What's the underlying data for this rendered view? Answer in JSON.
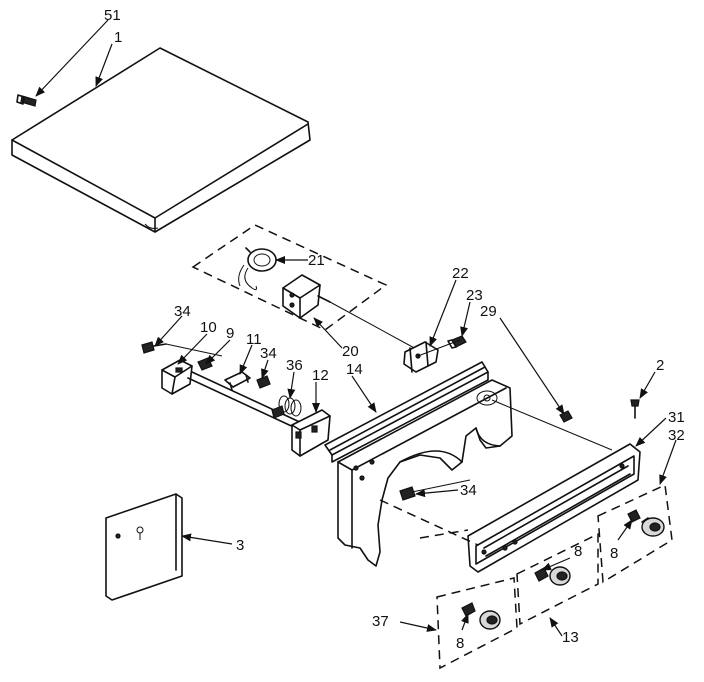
{
  "callouts": {
    "c51": "51",
    "c1": "1",
    "c21": "21",
    "c22": "22",
    "c23": "23",
    "c29": "29",
    "c20": "20",
    "c34a": "34",
    "c10": "10",
    "c9": "9",
    "c11": "11",
    "c34b": "34",
    "c36": "36",
    "c12": "12",
    "c14": "14",
    "c2": "2",
    "c31": "31",
    "c32": "32",
    "c34c": "34",
    "c3": "3",
    "c8a": "8",
    "c8b": "8",
    "c8c": "8",
    "c37": "37",
    "c13": "13"
  }
}
